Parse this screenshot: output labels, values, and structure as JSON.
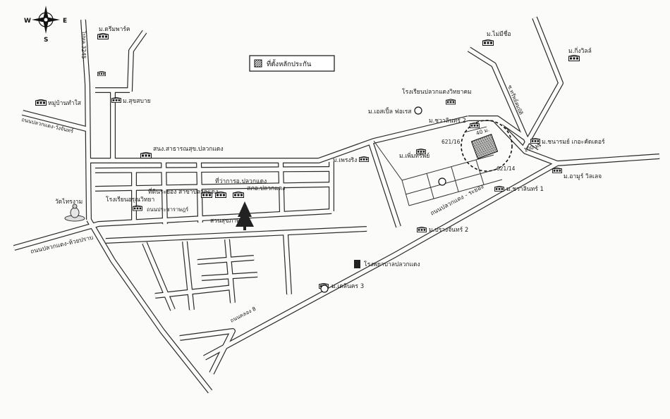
{
  "compass": {
    "west": "W",
    "east": "E",
    "south": "S"
  },
  "legend": {
    "label": "ที่ตั้งหลักประกัน"
  },
  "labels": {
    "dream_park": "ม.ดรีมพาร์ค",
    "to_route_3245": "ไปทล.3245",
    "suk_sabai": "ม.สุขสบาย",
    "village_sai": "หมู่บ้านทำใส",
    "road_pluak_wang": "ถนนปลวกแดง-วังจันทร์",
    "health_office": "สนง.สาธารณสุข.ปลวกแดง",
    "district_office": "ที่ว่าการอ.ปลวกแดง",
    "police": "สภอ.ปลวกแดง",
    "land_office": "ที่ดินระยอง สาขาปลวกแดง",
    "school_arun": "โรงเรียนอรุณวิทยา",
    "road_prachrat": "ถนนประชาราษฎร์",
    "health_park": "สวนสุขภาพ",
    "temple": "วัดไทรงาม",
    "road_huai_prap": "ถนนปลวกแดง-ห้วยปราบ",
    "road_klong8": "ถนนคลอง 8",
    "no_name_village": "ม.ไม่มีชื่อ",
    "king_ville": "ม.กิ่งวิลล์",
    "school_pluak": "โรงเรียนปลวกแดงวิทยาคม",
    "es_forest": "ม.เอสเปิ้ล ฟอเรส",
    "soi_sap": "ซ.ทรัพย์สมบัติ",
    "chawalin2": "ม.ชวาลินทร์ 2",
    "plot_16": "621/16",
    "dist_40": "40 ม.",
    "perm_sap": "ม.เพิ่มทรัพย์",
    "preng": "ม.เพรงริง",
    "chanarom": "ม.ชนารมย์ เกอะคัดเดอร์",
    "dist_100": "100 ม.",
    "plot_14": "621/14",
    "amour": "ม.อามูร์ วิลเลจ",
    "chawalin1": "ม.ชวาลินทร์ 1",
    "road_pluak_rayong": "ถนนปลวกแดง - ระยอง",
    "pramjan2": "ม.ปรางจันทร์ 2",
    "hospital": "โรงพยาบาลปลวกแดง",
    "deli3": "ม.เดลินคร 3"
  },
  "icons": {
    "compass": "compass-rose-icon",
    "building": "building-icon",
    "tree": "tree-icon",
    "buddha": "buddha-statue-icon",
    "route_marker": "route-marker-icon",
    "property": "hatched-property-icon",
    "focus_circle": "dashed-circle-icon"
  },
  "colors": {
    "ink": "#1e1e1e",
    "paper": "#fbfbfa"
  }
}
